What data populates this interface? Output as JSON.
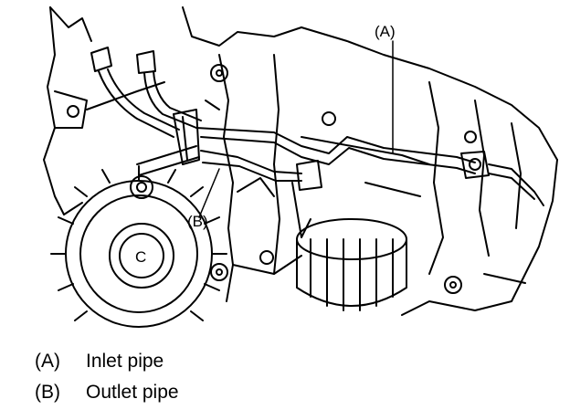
{
  "figure": {
    "callouts": [
      {
        "id": "A",
        "text": "(A)"
      },
      {
        "id": "B",
        "text": "(B)"
      },
      {
        "id": "C",
        "text": "C"
      }
    ]
  },
  "legend": {
    "items": [
      {
        "key": "(A)",
        "label": "Inlet pipe"
      },
      {
        "key": "(B)",
        "label": "Outlet pipe"
      }
    ]
  }
}
